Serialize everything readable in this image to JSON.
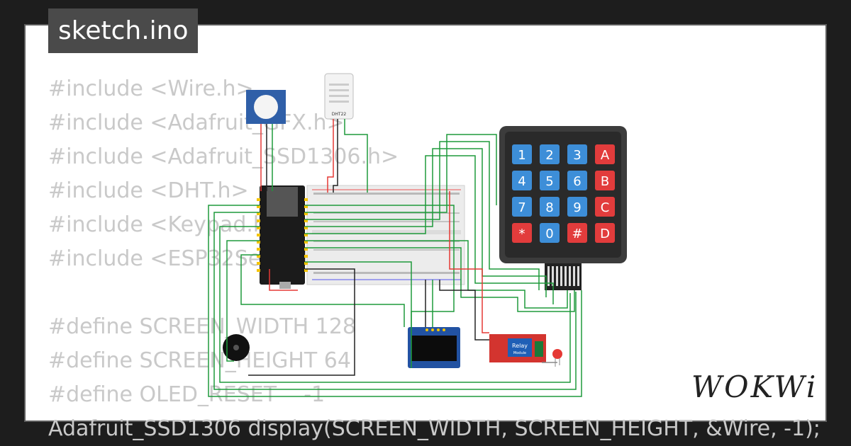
{
  "window": {
    "title": "sketch.ino"
  },
  "code_lines": [
    "#include <Wire.h>",
    "#include <Adafruit_GFX.h>",
    "#include <Adafruit_SSD1306.h>",
    "#include <DHT.h>",
    "#include <Keypad.h>",
    "#include <ESP32Servo.h>",
    "",
    "#define SCREEN_WIDTH 128",
    "#define SCREEN_HEIGHT 64",
    "#define OLED_RESET    -1",
    "Adafruit_SSD1306 display(SCREEN_WIDTH, SCREEN_HEIGHT, &Wire, -1);"
  ],
  "components": {
    "dht_label": "DHT22",
    "relay_label": "Relay",
    "relay_sub": "Module",
    "keypad_keys": [
      "1",
      "2",
      "3",
      "A",
      "4",
      "5",
      "6",
      "B",
      "7",
      "8",
      "9",
      "C",
      "*",
      "0",
      "#",
      "D"
    ]
  },
  "colors": {
    "wire_green": "#1e9a3b",
    "wire_red": "#e53935",
    "wire_black": "#222222",
    "key_blue": "#3d8ed8",
    "key_red": "#e23c3c"
  },
  "brand": {
    "logo": "WOKWi"
  }
}
